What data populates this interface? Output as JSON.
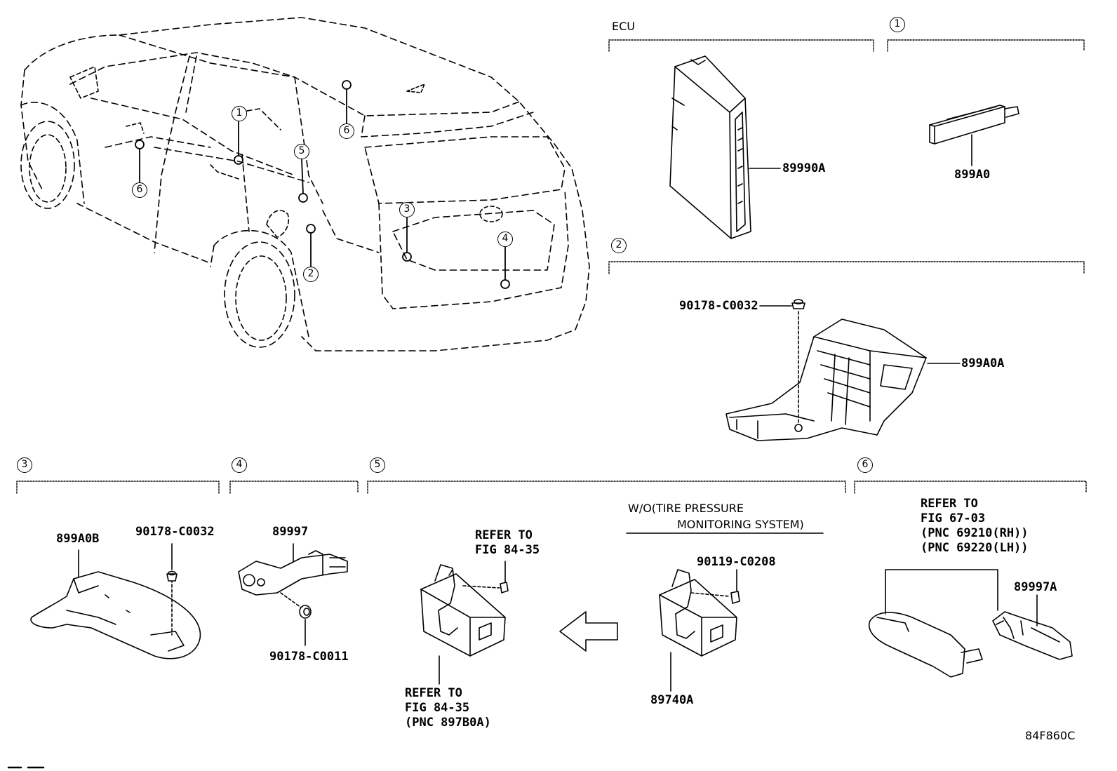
{
  "sections": {
    "ecu": "ECU",
    "s1": "1",
    "s2": "2",
    "s3": "3",
    "s4": "4",
    "s5": "5",
    "s6": "6"
  },
  "callouts": [
    "1",
    "2",
    "3",
    "4",
    "5",
    "6",
    "6"
  ],
  "parts": {
    "p89990A": "89990A",
    "p899A0": "899A0",
    "p90178_C0032_a": "90178-C0032",
    "p899A0A": "899A0A",
    "p899A0B": "899A0B",
    "p90178_C0032_b": "90178-C0032",
    "p89997": "89997",
    "p90178_C0011": "90178-C0011",
    "p90119_C0208": "90119-C0208",
    "p89740A": "89740A",
    "p89997A": "89997A"
  },
  "notes": {
    "refer_top_1": "REFER TO",
    "refer_top_2": "FIG 84-35",
    "refer_bot_1": "REFER TO",
    "refer_bot_2": "FIG 84-35",
    "refer_bot_3": "(PNC 897B0A)",
    "wo_1": "W/O(TIRE PRESSURE",
    "wo_2": "MONITORING SYSTEM)",
    "r6_1": "REFER TO",
    "r6_2": "FIG 67-03",
    "r6_3": "(PNC 69210(RH))",
    "r6_4": "(PNC 69220(LH))"
  },
  "figure_id": "84F860C"
}
